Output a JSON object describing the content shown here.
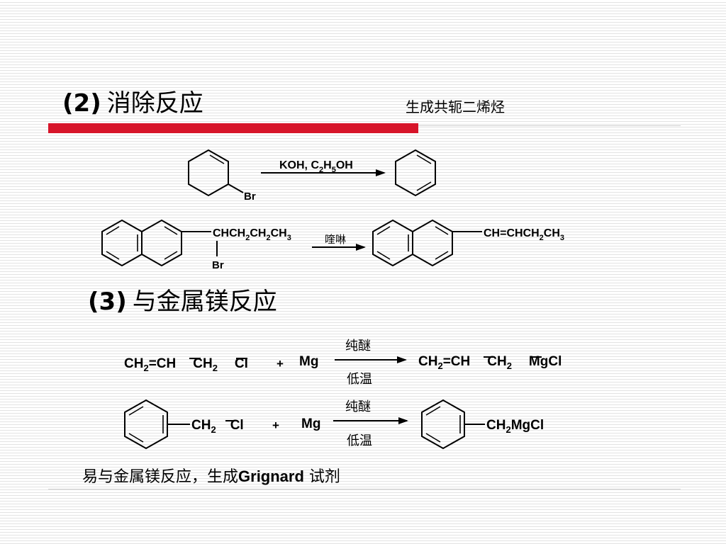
{
  "section2": {
    "number": "(2)",
    "title": "消除反应",
    "note": "生成共轭二烯烃"
  },
  "reaction1": {
    "reagent": "KOH, C",
    "reagent_sub1": "2",
    "reagent_mid": "H",
    "reagent_sub2": "5",
    "reagent_end": "OH",
    "substituent": "Br"
  },
  "reaction2": {
    "chain": [
      "CHCH",
      "2",
      "CH",
      "2",
      "CH",
      "3"
    ],
    "substituent": "Br",
    "reagent": "喹啉",
    "product": [
      "CH=CHCH",
      "2",
      "CH",
      "3"
    ]
  },
  "section3": {
    "number": "(3)",
    "title": "与金属镁反应"
  },
  "reaction3": {
    "reactant": [
      "CH",
      "2",
      "=CH",
      "CH",
      "2",
      "Cl"
    ],
    "plus": "+",
    "metal": "Mg",
    "condition_top": "纯醚",
    "condition_bottom": "低温",
    "product": [
      "CH",
      "2",
      "=CH",
      "CH",
      "2",
      "MgCl"
    ]
  },
  "reaction4": {
    "reactant": [
      "CH",
      "2",
      "Cl"
    ],
    "plus": "+",
    "metal": "Mg",
    "condition_top": "纯醚",
    "condition_bottom": "低温",
    "product": [
      "CH",
      "2",
      "MgCl"
    ]
  },
  "footer": {
    "text_cn": "易与金属镁反应，生成",
    "text_bold": "Grignard",
    "text_end": " 试剂"
  }
}
